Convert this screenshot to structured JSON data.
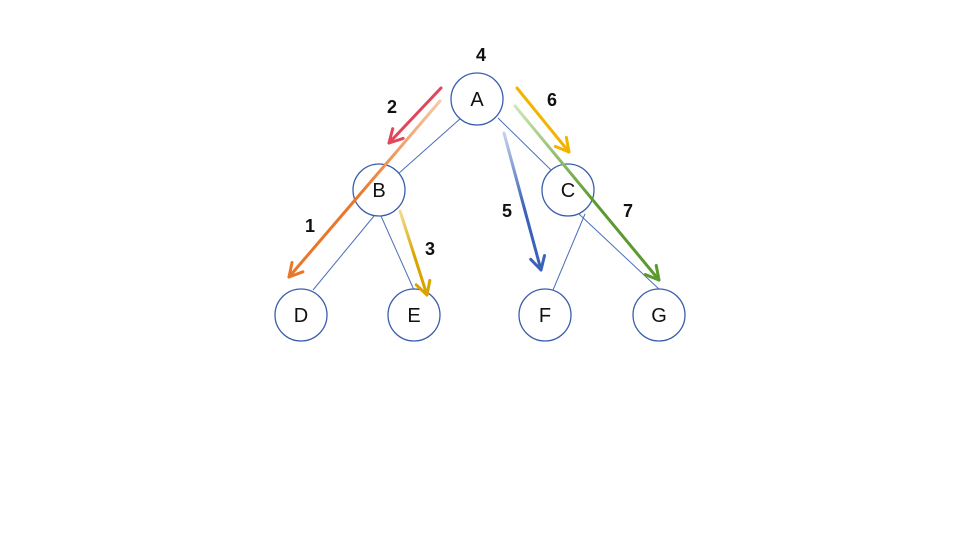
{
  "diagram": {
    "nodes": [
      {
        "id": "A",
        "label": "A"
      },
      {
        "id": "B",
        "label": "B"
      },
      {
        "id": "C",
        "label": "C"
      },
      {
        "id": "D",
        "label": "D"
      },
      {
        "id": "E",
        "label": "E"
      },
      {
        "id": "F",
        "label": "F"
      },
      {
        "id": "G",
        "label": "G"
      }
    ],
    "edges": [
      {
        "from": "A",
        "to": "B"
      },
      {
        "from": "A",
        "to": "C"
      },
      {
        "from": "B",
        "to": "D"
      },
      {
        "from": "B",
        "to": "E"
      },
      {
        "from": "C",
        "to": "F"
      },
      {
        "from": "C",
        "to": "G"
      }
    ],
    "traversal_steps": [
      {
        "step": "1",
        "from": "A",
        "to": "D",
        "color": "#e8762b",
        "fade_color": "#f6c9a6"
      },
      {
        "step": "2",
        "from": "A",
        "to": "B",
        "color": "#e0475a",
        "fade_color": "#e0475a"
      },
      {
        "step": "3",
        "from": "B",
        "to": "E",
        "color": "#d9a400",
        "fade_color": "#f3dd8c"
      },
      {
        "step": "4",
        "from": null,
        "to": "A",
        "color": "#111111",
        "fade_color": "#111111"
      },
      {
        "step": "5",
        "from": "A",
        "to": "F",
        "color": "#3a62b8",
        "fade_color": "#c4d1ec"
      },
      {
        "step": "6",
        "from": "A",
        "to": "C",
        "color": "#f2b400",
        "fade_color": "#f2b400"
      },
      {
        "step": "7",
        "from": "A",
        "to": "G",
        "color": "#5a9a2e",
        "fade_color": "#cfe6b6"
      }
    ]
  }
}
